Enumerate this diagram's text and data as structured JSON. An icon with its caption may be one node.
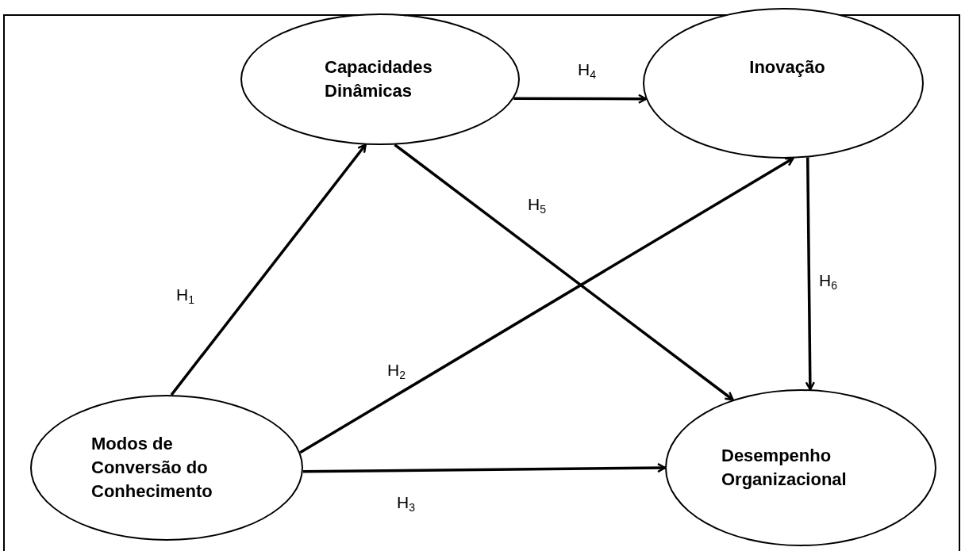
{
  "diagram": {
    "nodes": [
      {
        "text": [
          "Capacidades Dinâmicas"
        ]
      },
      {
        "text": [
          "Inovação"
        ]
      },
      {
        "text": [
          "Modos de Conversão do Conhecimento"
        ]
      },
      {
        "text": [
          "Desempenho Organizacional"
        ]
      }
    ],
    "edges": [
      {
        "from": 2,
        "to": 0,
        "arrow": "to",
        "label": "H$_{1}$"
      },
      {
        "from": 2,
        "to": 1,
        "arrow": "to",
        "label": "H$_{2}$"
      },
      {
        "from": 2,
        "to": 3,
        "arrow": "to",
        "label": "H$_{3}$"
      },
      {
        "from": 0,
        "to": 1,
        "arrow": "to",
        "label": "H$_{4}$"
      },
      {
        "from": 0,
        "to": 3,
        "arrow": "to",
        "label": "H$_{5}$"
      },
      {
        "from": 1,
        "to": 3,
        "arrow": "to",
        "label": "H$_{6}$"
      }
    ]
  }
}
